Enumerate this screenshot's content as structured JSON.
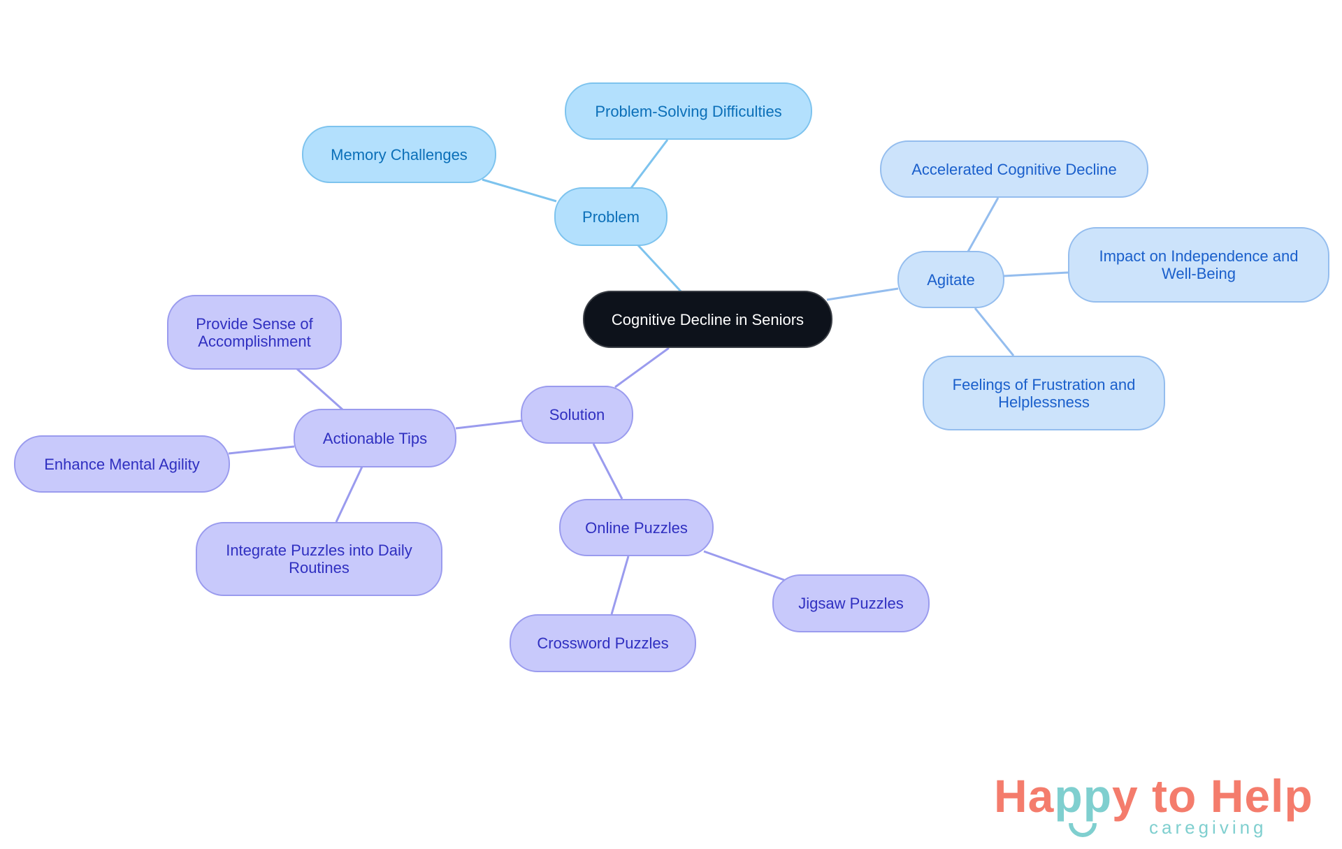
{
  "diagram": {
    "type": "mind-map",
    "root": {
      "id": "root",
      "label": "Cognitive Decline in Seniors"
    },
    "branches": [
      {
        "id": "problem",
        "label": "Problem",
        "children": [
          {
            "id": "memory",
            "label": "Memory Challenges"
          },
          {
            "id": "problem-solving",
            "label": "Problem-Solving Difficulties"
          }
        ]
      },
      {
        "id": "agitate",
        "label": "Agitate",
        "children": [
          {
            "id": "accelerated",
            "label": "Accelerated Cognitive Decline"
          },
          {
            "id": "impact",
            "label": "Impact on Independence and Well-Being"
          },
          {
            "id": "frustration",
            "label": "Feelings of Frustration and Helplessness"
          }
        ]
      },
      {
        "id": "solution",
        "label": "Solution",
        "children": [
          {
            "id": "tips",
            "label": "Actionable Tips",
            "children": [
              {
                "id": "accomplishment",
                "label": "Provide Sense of Accomplishment"
              },
              {
                "id": "agility",
                "label": "Enhance Mental Agility"
              },
              {
                "id": "integrate",
                "label": "Integrate Puzzles into Daily Routines"
              }
            ]
          },
          {
            "id": "online",
            "label": "Online Puzzles",
            "children": [
              {
                "id": "crossword",
                "label": "Crossword Puzzles"
              },
              {
                "id": "jigsaw",
                "label": "Jigsaw Puzzles"
              }
            ]
          }
        ]
      }
    ]
  },
  "nodes": {
    "root": {
      "label": "Cognitive Decline in Seniors"
    },
    "problem": {
      "label": "Problem"
    },
    "memory": {
      "label": "Memory Challenges"
    },
    "problem_solving": {
      "label": "Problem-Solving Difficulties"
    },
    "agitate": {
      "label": "Agitate"
    },
    "accelerated": {
      "label": "Accelerated Cognitive Decline"
    },
    "impact": {
      "line1": "Impact on Independence and",
      "line2": "Well-Being"
    },
    "frustration": {
      "line1": "Feelings of Frustration and",
      "line2": "Helplessness"
    },
    "solution": {
      "label": "Solution"
    },
    "tips": {
      "label": "Actionable Tips"
    },
    "accomplishment": {
      "line1": "Provide Sense of",
      "line2": "Accomplishment"
    },
    "agility": {
      "label": "Enhance Mental Agility"
    },
    "integrate": {
      "line1": "Integrate Puzzles into Daily",
      "line2": "Routines"
    },
    "online": {
      "label": "Online Puzzles"
    },
    "crossword": {
      "label": "Crossword Puzzles"
    },
    "jigsaw": {
      "label": "Jigsaw Puzzles"
    }
  },
  "colors": {
    "root_fill": "#0d121b",
    "problem_fill": "#b3e0fd",
    "problem_text": "#0b6fb8",
    "problem_edge": "#7dc3ee",
    "agitate_fill": "#cce3fb",
    "agitate_text": "#1a5fcb",
    "agitate_edge": "#94bdee",
    "solution_fill": "#c8c9fb",
    "solution_text": "#2f2fc0",
    "solution_edge": "#9a9bee",
    "logo_coral": "#f47c6c",
    "logo_teal": "#7fcfcf"
  },
  "logo": {
    "part1": "Ha",
    "part2": "pp",
    "part3": "y to Help",
    "subtitle": "caregiving",
    "icon": "smile-icon"
  }
}
